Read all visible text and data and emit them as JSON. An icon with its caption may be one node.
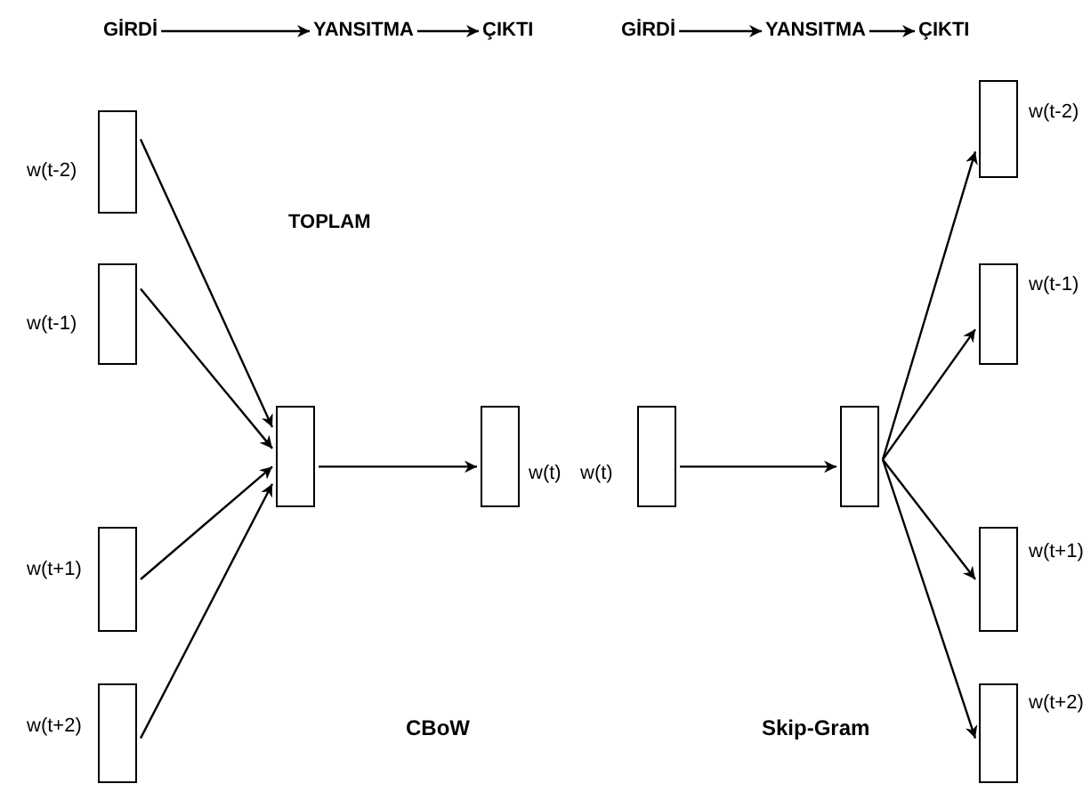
{
  "diagram": {
    "nodes": [
      {
        "text": [
          "GİRDİ"
        ]
      },
      {
        "text": [
          "YANSITMA"
        ]
      },
      {
        "text": [
          "ÇIKTI"
        ]
      },
      {
        "text": [
          "GİRDİ"
        ]
      },
      {
        "text": [
          "YANSITMA"
        ]
      },
      {
        "text": [
          "ÇIKTI"
        ]
      },
      {
        "text": [],
        "shape": "box",
        "beside": [
          "w(t-2)"
        ]
      },
      {
        "text": [],
        "shape": "box",
        "beside": [
          "w(t-1)"
        ]
      },
      {
        "text": [],
        "shape": "box",
        "beside": [
          "w(t+1)"
        ]
      },
      {
        "text": [],
        "shape": "box",
        "beside": [
          "w(t+2)"
        ]
      },
      {
        "text": [],
        "shape": "box"
      },
      {
        "text": [],
        "shape": "box",
        "beside": [
          "w(t)"
        ]
      },
      {
        "text": [],
        "shape": "box",
        "beside": [
          "w(t)"
        ]
      },
      {
        "text": [],
        "shape": "box"
      },
      {
        "text": [],
        "shape": "box",
        "beside": [
          "w(t-2)"
        ]
      },
      {
        "text": [],
        "shape": "box",
        "beside": [
          "w(t-1)"
        ]
      },
      {
        "text": [],
        "shape": "box",
        "beside": [
          "w(t+1)"
        ]
      },
      {
        "text": [],
        "shape": "box",
        "beside": [
          "w(t+2)"
        ]
      }
    ],
    "edges": [
      {
        "from": 0,
        "to": 1,
        "arrow": "to"
      },
      {
        "from": 1,
        "to": 2,
        "arrow": "to"
      },
      {
        "from": 3,
        "to": 4,
        "arrow": "to"
      },
      {
        "from": 4,
        "to": 5,
        "arrow": "to"
      },
      {
        "from": 6,
        "to": 10,
        "arrow": "to"
      },
      {
        "from": 7,
        "to": 10,
        "arrow": "to"
      },
      {
        "from": 8,
        "to": 10,
        "arrow": "to"
      },
      {
        "from": 9,
        "to": 10,
        "arrow": "to"
      },
      {
        "from": 10,
        "to": 11,
        "arrow": "to"
      },
      {
        "from": 12,
        "to": 13,
        "arrow": "to"
      },
      {
        "from": 13,
        "to": 14,
        "arrow": "to"
      },
      {
        "from": 13,
        "to": 15,
        "arrow": "to"
      },
      {
        "from": 13,
        "to": 16,
        "arrow": "to"
      },
      {
        "from": 13,
        "to": 17,
        "arrow": "to"
      }
    ],
    "labels": [
      "TOPLAM",
      "CBoW",
      "Skip-Gram"
    ]
  }
}
